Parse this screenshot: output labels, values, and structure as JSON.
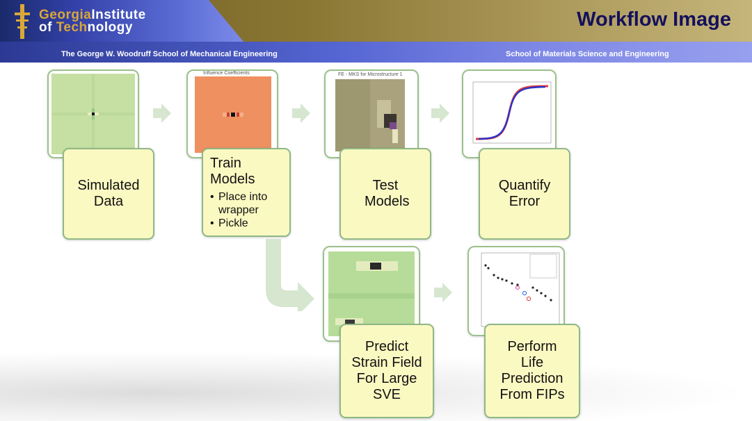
{
  "header": {
    "logo_line1_a": "Georgia",
    "logo_line1_b": "Institute",
    "logo_line2_a": "of ",
    "logo_line2_b": "Tech",
    "logo_line2_c": "nology",
    "title": "Workflow Image",
    "left_subtitle": "The George W. Woodruff School of Mechanical Engineering",
    "right_subtitle": "School of Materials Science and Engineering"
  },
  "thumbnails": {
    "influence_label": "Influence Coefficients",
    "fe_label": "FE - MKS for Microstructure 1"
  },
  "steps": [
    {
      "id": "simulated-data",
      "title": "Simulated Data",
      "bullets": []
    },
    {
      "id": "train-models",
      "title": "Train Models",
      "bullets": [
        "Place into wrapper",
        "Pickle"
      ]
    },
    {
      "id": "test-models",
      "title": "Test Models",
      "bullets": []
    },
    {
      "id": "quantify-error",
      "title": "Quantify Error",
      "bullets": []
    },
    {
      "id": "predict-strain",
      "title": "Predict Strain Field For Large SVE",
      "bullets": []
    },
    {
      "id": "perform-life",
      "title": "Perform Life Prediction From FIPs",
      "bullets": []
    }
  ],
  "colors": {
    "box_fill": "#fbf9c2",
    "box_border": "#8fb884",
    "arrow": "#d6e6cf",
    "title": "#14105c"
  }
}
